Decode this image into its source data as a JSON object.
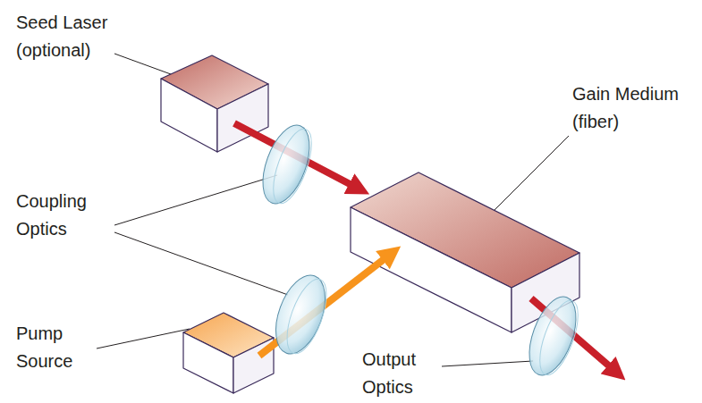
{
  "diagram": {
    "labels": [
      "Seed Laser (optional)",
      "Gain Medium (fiber)",
      "Coupling Optics",
      "Pump Source",
      "Output Optics"
    ]
  }
}
